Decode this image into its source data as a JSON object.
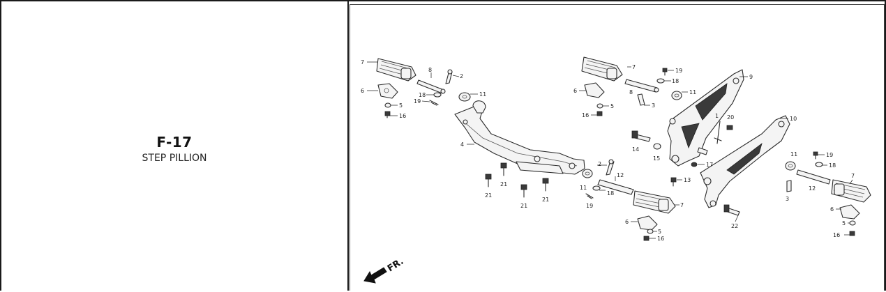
{
  "section": {
    "code": "F-17",
    "name": "STEP PILLION"
  },
  "diagram": {
    "direction_label": "FR.",
    "callouts": [
      "1",
      "2",
      "3",
      "4",
      "5",
      "6",
      "7",
      "8",
      "9",
      "10",
      "11",
      "12",
      "13",
      "14",
      "15",
      "16",
      "17",
      "18",
      "19",
      "20",
      "21",
      "22"
    ]
  }
}
